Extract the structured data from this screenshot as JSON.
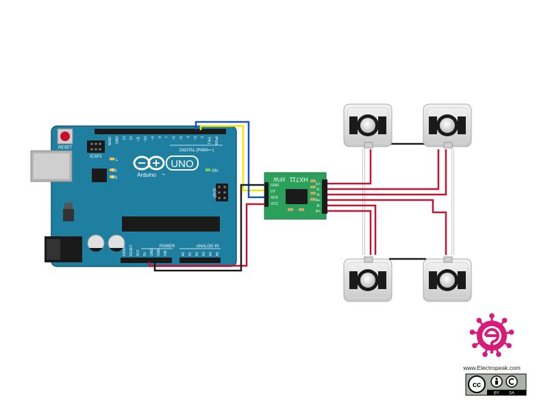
{
  "arduino": {
    "reset_label": "RESET",
    "icsp2_label": "ICSP2",
    "icsp_label": "ICSP",
    "l_label": "L",
    "tx_label": "TX",
    "rx_label": "RX",
    "on_label": "ON",
    "uno_label": "UNO",
    "brand": "Arduino",
    "tm": "™",
    "digital_label": "DIGITAL (PWM=~)",
    "power_label": "POWER",
    "analog_label": "ANALOG IN",
    "top_pins": [
      "AREF",
      "GND",
      "13",
      "12",
      "~11",
      "~10",
      "~9",
      "8",
      "7",
      "~6",
      "~5",
      "4",
      "~3",
      "2",
      "TX▸1",
      "RX◂0"
    ],
    "power_pins": [
      "IOREF",
      "RESET",
      "3V3",
      "5V",
      "GND",
      "GND",
      "VIN"
    ],
    "analog_pins": [
      "A0",
      "A1",
      "A2",
      "A3",
      "A4",
      "A5"
    ]
  },
  "hx711": {
    "title": "HX711",
    "brand": "XFW",
    "left_pins": [
      "GND",
      "DT",
      "SCK",
      "VCC"
    ],
    "right_pins": [
      "E+",
      "E-",
      "A-",
      "A+",
      "B-",
      "B+"
    ]
  },
  "logo": {
    "site": "www.Electropeak.com",
    "cc": "cc",
    "by": "BY",
    "sa": "SA"
  },
  "colors": {
    "board": "#1f7fa0",
    "hx711_board": "#2aa05a",
    "wire_red": "#c8102e",
    "wire_black": "#1a1a1a",
    "wire_yellow": "#f5e400",
    "wire_blue": "#1550c8",
    "logo": "#d81b7a"
  }
}
